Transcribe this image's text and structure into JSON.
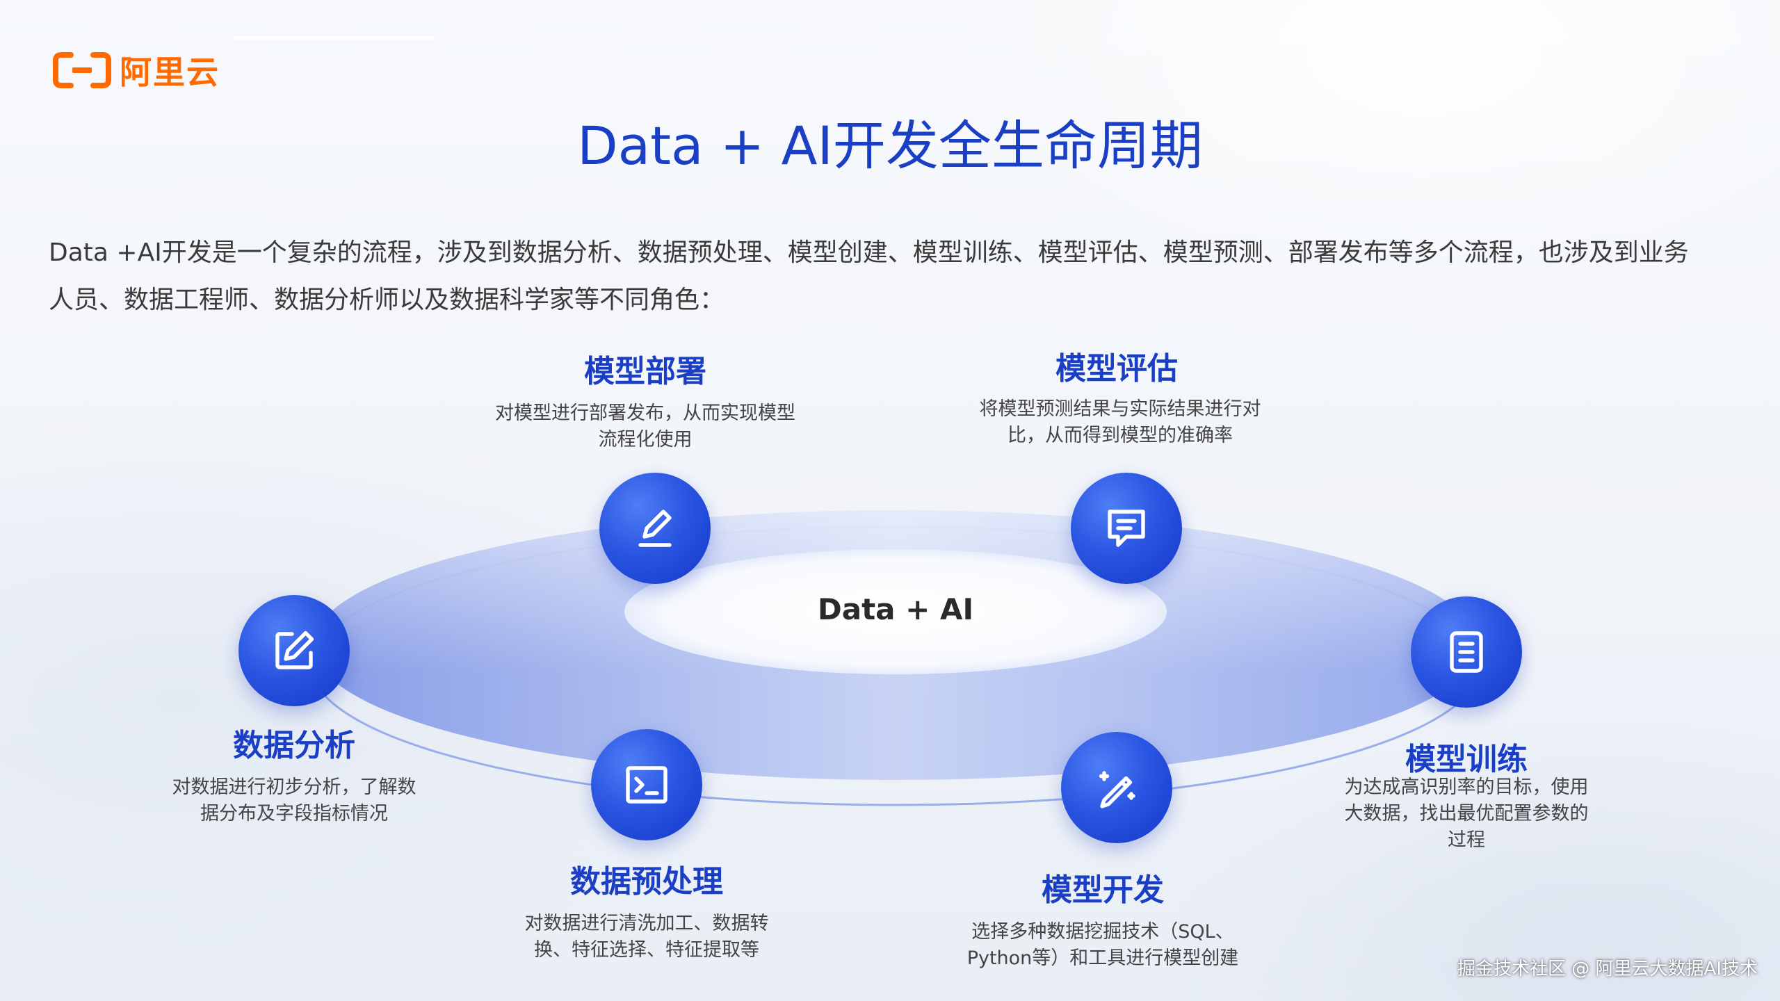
{
  "brand": {
    "logo_text": "阿里云",
    "color": "#ff6a00"
  },
  "title": "Data + AI开发全生命周期",
  "intro": "Data +AI开发是一个复杂的流程，涉及到数据分析、数据预处理、模型创建、模型训练、模型评估、模型预测、部署发布等多个流程，也涉及到业务人员、数据工程师、数据分析师以及数据科学家等不同角色：",
  "center": {
    "label": "Data + AI"
  },
  "colors": {
    "accent": "#1a3fc4",
    "node": "#2a56e2",
    "ring": "#8fa6ec"
  },
  "stages": [
    {
      "title": "数据分析",
      "desc": "对数据进行初步分析，了解数据分布及字段指标情况",
      "icon": "edit-square-icon"
    },
    {
      "title": "数据预处理",
      "desc": "对数据进行清洗加工、数据转换、特征选择、特征提取等",
      "icon": "terminal-icon"
    },
    {
      "title": "模型开发",
      "desc": "选择多种数据挖掘技术（SQL、Python等）和工具进行模型创建",
      "icon": "magic-pen-icon"
    },
    {
      "title": "模型训练",
      "desc": "为达成高识别率的目标，使用大数据，找出最优配置参数的过程",
      "icon": "document-icon"
    },
    {
      "title": "模型评估",
      "desc": "将模型预测结果与实际结果进行对比，从而得到模型的准确率",
      "icon": "message-icon"
    },
    {
      "title": "模型部署",
      "desc": "对模型进行部署发布，从而实现模型流程化使用",
      "icon": "pen-icon"
    }
  ],
  "footer": "掘金技术社区 @ 阿里云大数据AI技术"
}
